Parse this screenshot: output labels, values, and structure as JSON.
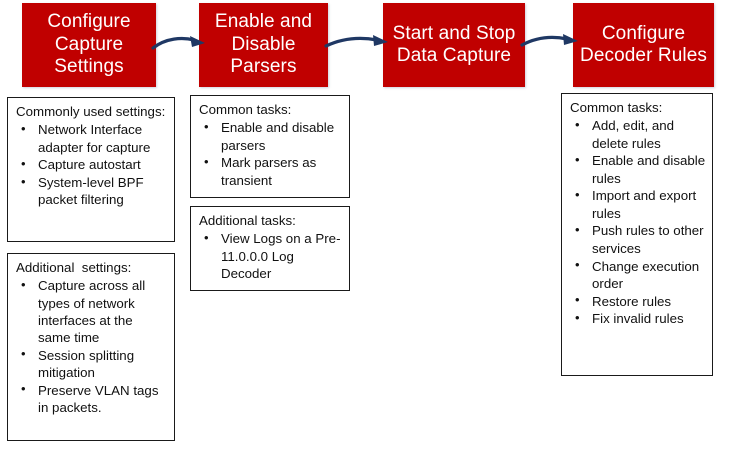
{
  "theme": {
    "stage_fill": "#C00000",
    "stage_text": "#FFFFFF",
    "arrow_color": "#1F3864",
    "detail_border": "#1A1A1A",
    "page_background": "#FFFFFF"
  },
  "stages": [
    {
      "id": "configure-capture-settings",
      "label": "Configure Capture Settings"
    },
    {
      "id": "enable-and-disable-parsers",
      "label": "Enable and Disable Parsers"
    },
    {
      "id": "start-and-stop-data-capture",
      "label": "Start and Stop Data Capture"
    },
    {
      "id": "configure-decoder-rules",
      "label": "Configure Decoder Rules"
    }
  ],
  "arrows": [
    {
      "id": "arrow-stage1-to-stage2",
      "from": "configure-capture-settings",
      "to": "enable-and-disable-parsers"
    },
    {
      "id": "arrow-stage2-to-stage3",
      "from": "enable-and-disable-parsers",
      "to": "start-and-stop-data-capture"
    },
    {
      "id": "arrow-stage3-to-stage4",
      "from": "start-and-stop-data-capture",
      "to": "configure-decoder-rules"
    }
  ],
  "detail_boxes": {
    "capture_common": {
      "title": "Commonly used settings:",
      "items": [
        "Network Interface adapter for capture",
        "Capture autostart",
        "System-level BPF packet filtering"
      ]
    },
    "capture_additional": {
      "title": "Additional  settings:",
      "items": [
        "Capture across all types of network interfaces at the same time",
        "Session splitting mitigation",
        "Preserve VLAN tags in packets."
      ]
    },
    "parsers_common": {
      "title": "Common tasks:",
      "items": [
        "Enable and disable parsers",
        "Mark parsers as transient"
      ]
    },
    "parsers_additional": {
      "title": "Additional tasks:",
      "items": [
        "View Logs on a Pre-11.0.0.0 Log Decoder"
      ]
    },
    "decoder_common": {
      "title": "Common tasks:",
      "items": [
        "Add, edit, and delete rules",
        "Enable and disable rules",
        "Import and export rules",
        "Push rules to other services",
        "Change execution order",
        "Restore rules",
        "Fix invalid rules"
      ]
    }
  },
  "bullet_glyph": "•"
}
